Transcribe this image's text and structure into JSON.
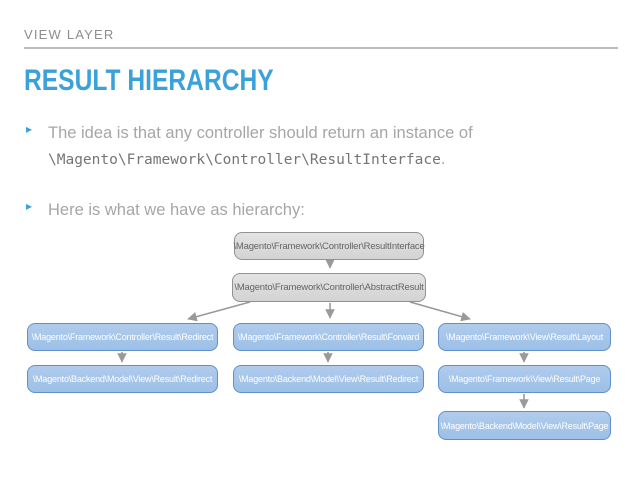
{
  "slide": {
    "kicker": "VIEW LAYER",
    "title": "RESULT HIERARCHY",
    "accent_color": "#3BA2D9",
    "body_text_color": "#A6A6A6",
    "background_color": "#FFFFFF"
  },
  "bullets": {
    "item1_text": "The idea is that any controller should return an instance of",
    "item1_code": "\\Magento\\Framework\\Controller\\ResultInterface",
    "item1_suffix": ".",
    "item2_text": "Here is what we have as hierarchy:"
  },
  "diagram": {
    "colors": {
      "gray_node_fill": "#D9D9D9",
      "gray_node_border": "#929292",
      "gray_node_text": "#666666",
      "blue_node_fill": "#A6C5E9",
      "blue_node_border": "#6090CB",
      "blue_node_text": "#FFFFFF",
      "arrow": "#999999"
    },
    "nodes": {
      "result_interface": "\\Magento\\Framework\\Controller\\ResultInterface",
      "abstract_result": "\\Magento\\Framework\\Controller\\AbstractResult",
      "controller_result_redirect": "\\Magento\\Framework\\Controller\\Result\\Redirect",
      "backend_result_redirect_left": "\\Magento\\Backend\\Model\\View\\Result\\Redirect",
      "controller_result_forward": "\\Magento\\Framework\\Controller\\Result\\Forward",
      "backend_result_redirect_mid": "\\Magento\\Backend\\Model\\View\\Result\\Redirect",
      "view_result_layout": "\\Magento\\Framework\\View\\Result\\Layout",
      "view_result_page": "\\Magento\\Framework\\View\\Result\\Page",
      "backend_result_page": "\\Magento\\Backend\\Model\\View\\Result\\Page"
    }
  }
}
